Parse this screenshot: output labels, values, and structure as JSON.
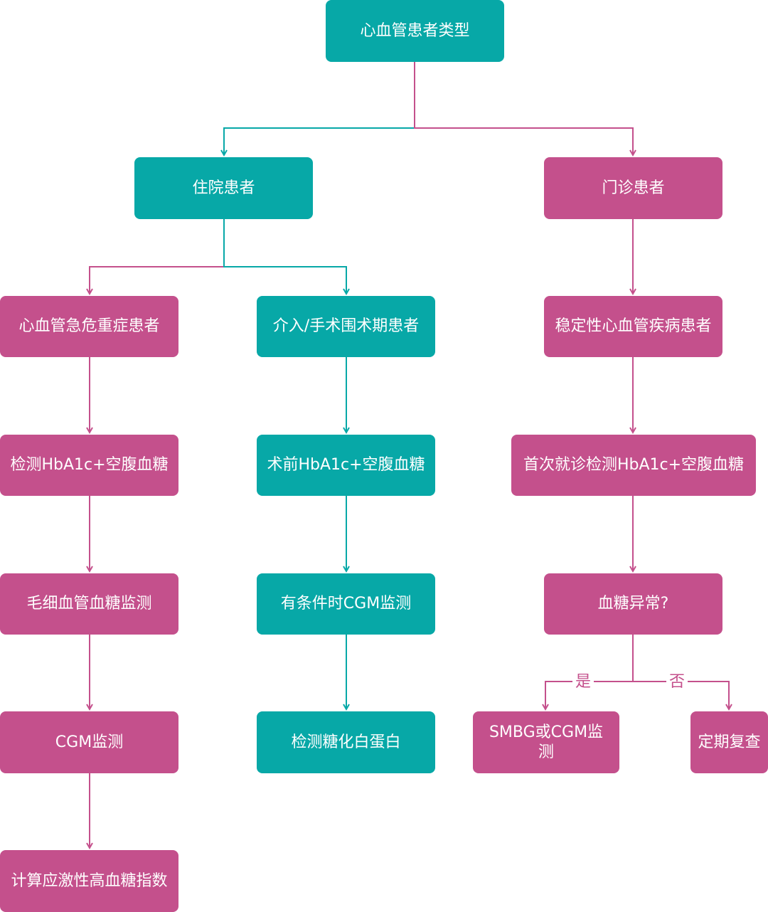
{
  "colors": {
    "teal": "#07a8a7",
    "pink": "#c4508c",
    "background": "#ffffff"
  },
  "nodes": {
    "root": "心血管患者类型",
    "inpatient": "住院患者",
    "outpatient": "门诊患者",
    "critical": "心血管急危重症患者",
    "periop": "介入/手术围术期患者",
    "stable": "稳定性心血管疾病患者",
    "critical_test": "检测HbA1c+空腹血糖",
    "periop_test": "术前HbA1c+空腹血糖",
    "stable_test": "首次就诊检测HbA1c+空腹血糖",
    "capillary": "毛细血管血糖监测",
    "periop_cgm": "有条件时CGM监测",
    "abnormal_q": "血糖异常?",
    "cgm": "CGM监测",
    "glycated_protein": "检测糖化白蛋白",
    "smbg_cgm": "SMBG或CGM监测",
    "regular_review": "定期复查",
    "stress_index": "计算应激性高血糖指数"
  },
  "edge_labels": {
    "yes": "是",
    "no": "否"
  }
}
